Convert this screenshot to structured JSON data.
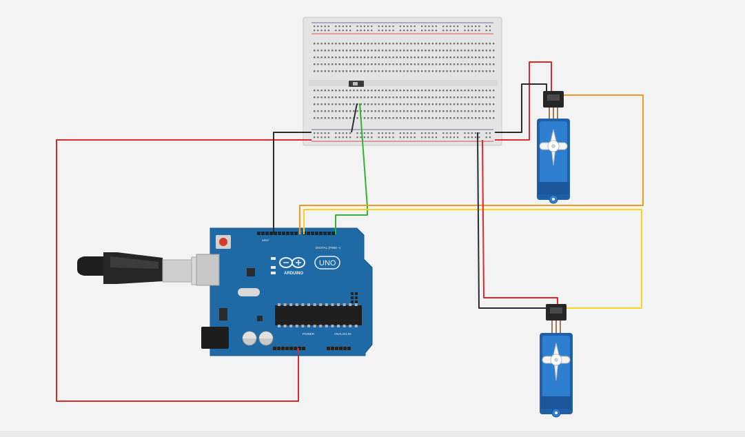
{
  "diagram": {
    "arduino": {
      "brand_text": "ARDUINO",
      "model_text": "UNO",
      "header_labels": {
        "aref": "AREF",
        "digital": "DIGITAL (PWM ~)",
        "power": "POWER",
        "analog": "ANALOG IN"
      }
    },
    "colors": {
      "wire_red": "#e0282a",
      "wire_black": "#2b2b2b",
      "wire_green": "#2fb52f",
      "wire_orange": "#ec9b24",
      "wire_yellow": "#ffd21a",
      "board_blue": "#1f6aa5",
      "servo_blue": "#2f7fd0",
      "breadboard": "#e6e6e6"
    }
  }
}
